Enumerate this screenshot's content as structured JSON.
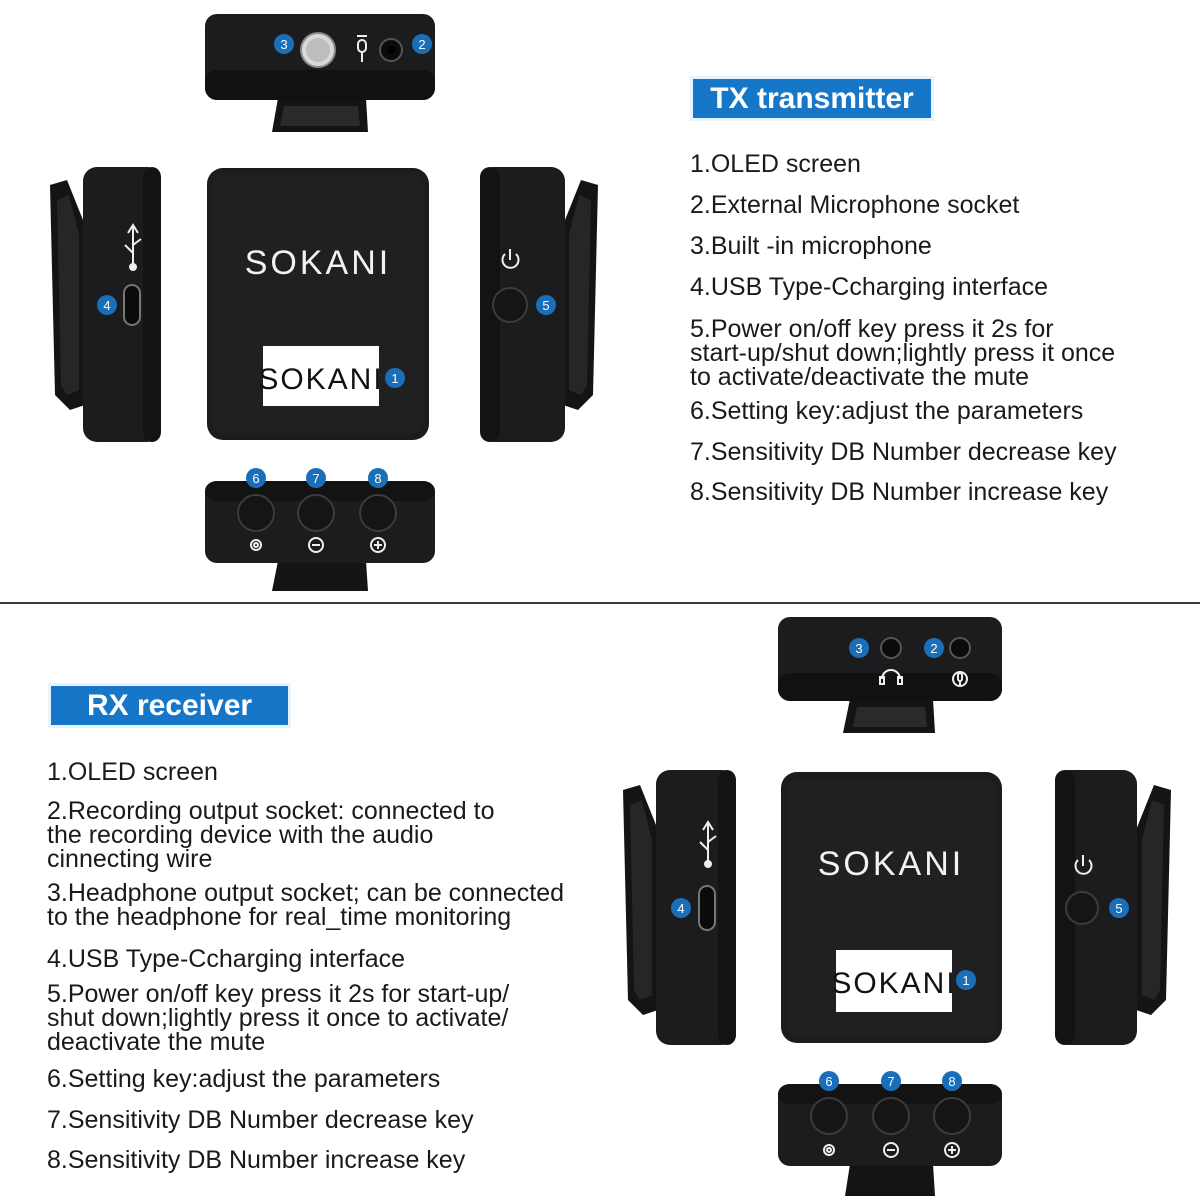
{
  "brand": {
    "logo_text": "SOKANI"
  },
  "colors": {
    "accent": "#1677c9",
    "device_body": "#1c1c1e",
    "callout": "#1a6fb8"
  },
  "tx": {
    "title": "TX transmitter",
    "features": [
      "1.OLED screen",
      "2.External Microphone socket",
      "3.Built -in microphone",
      "4.USB Type-Ccharging interface",
      "5.Power on/off key press it 2s for\nstart-up/shut down;lightly press it once\nto activate/deactivate the mute",
      "6.Setting key:adjust the parameters",
      "7.Sensitivity DB Number decrease key",
      "8.Sensitivity DB Number increase key"
    ],
    "callouts": [
      "1",
      "2",
      "3",
      "4",
      "5",
      "6",
      "7",
      "8"
    ]
  },
  "rx": {
    "title": "RX receiver",
    "features": [
      "1.OLED screen",
      "2.Recording output socket: connected to\nthe recording device with the audio\ncinnecting wire",
      "3.Headphone output socket; can be connected\nto the headphone for real_time monitoring",
      "4.USB Type-Ccharging interface",
      "5.Power on/off key press it 2s for start-up/\nshut down;lightly press it once to activate/\ndeactivate the mute",
      "6.Setting key:adjust the parameters",
      "7.Sensitivity DB Number decrease key",
      "8.Sensitivity DB Number increase key"
    ],
    "callouts": [
      "1",
      "2",
      "3",
      "4",
      "5",
      "6",
      "7",
      "8"
    ]
  },
  "icons": [
    "usb-icon",
    "power-icon",
    "gear-icon",
    "minus-circle-icon",
    "plus-circle-icon",
    "microphone-icon",
    "headphone-icon",
    "clip-icon"
  ]
}
